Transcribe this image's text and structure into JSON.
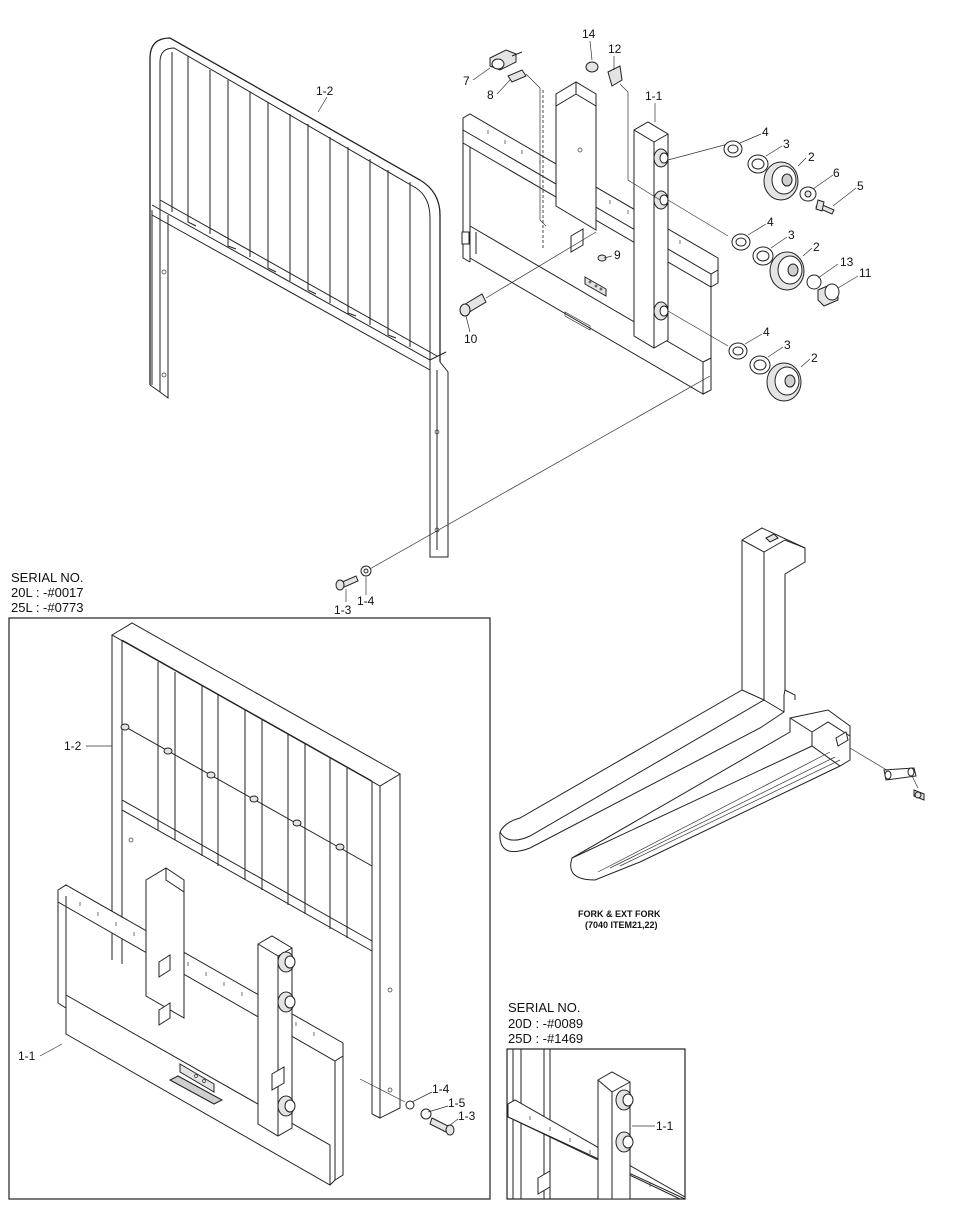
{
  "inset_top_left": {
    "serial_title": "SERIAL NO.",
    "serial_line_1": "20L : -#0017",
    "serial_line_2": "25L : -#0773",
    "labels": [
      "1-2",
      "1-1",
      "1-4",
      "1-5",
      "1-3"
    ]
  },
  "inset_bottom_right": {
    "serial_title": "SERIAL NO.",
    "serial_line_1": "20D : -#0089",
    "serial_line_2": "25D : -#1469",
    "labels": [
      "1-1"
    ]
  },
  "fork_caption": {
    "line_1": "FORK & EXT FORK",
    "line_2": "(7040 ITEM21,22)"
  },
  "main_labels": {
    "backrest": "1-2",
    "carriage": "1-1",
    "bolt": "1-3",
    "washer": "1-4",
    "p2a": "2",
    "p2b": "2",
    "p2c": "2",
    "p3a": "3",
    "p3b": "3",
    "p3c": "3",
    "p4a": "4",
    "p4b": "4",
    "p4c": "4",
    "p5": "5",
    "p6": "6",
    "p7": "7",
    "p8": "8",
    "p9": "9",
    "p10": "10",
    "p11": "11",
    "p12": "12",
    "p13": "13",
    "p14": "14"
  }
}
